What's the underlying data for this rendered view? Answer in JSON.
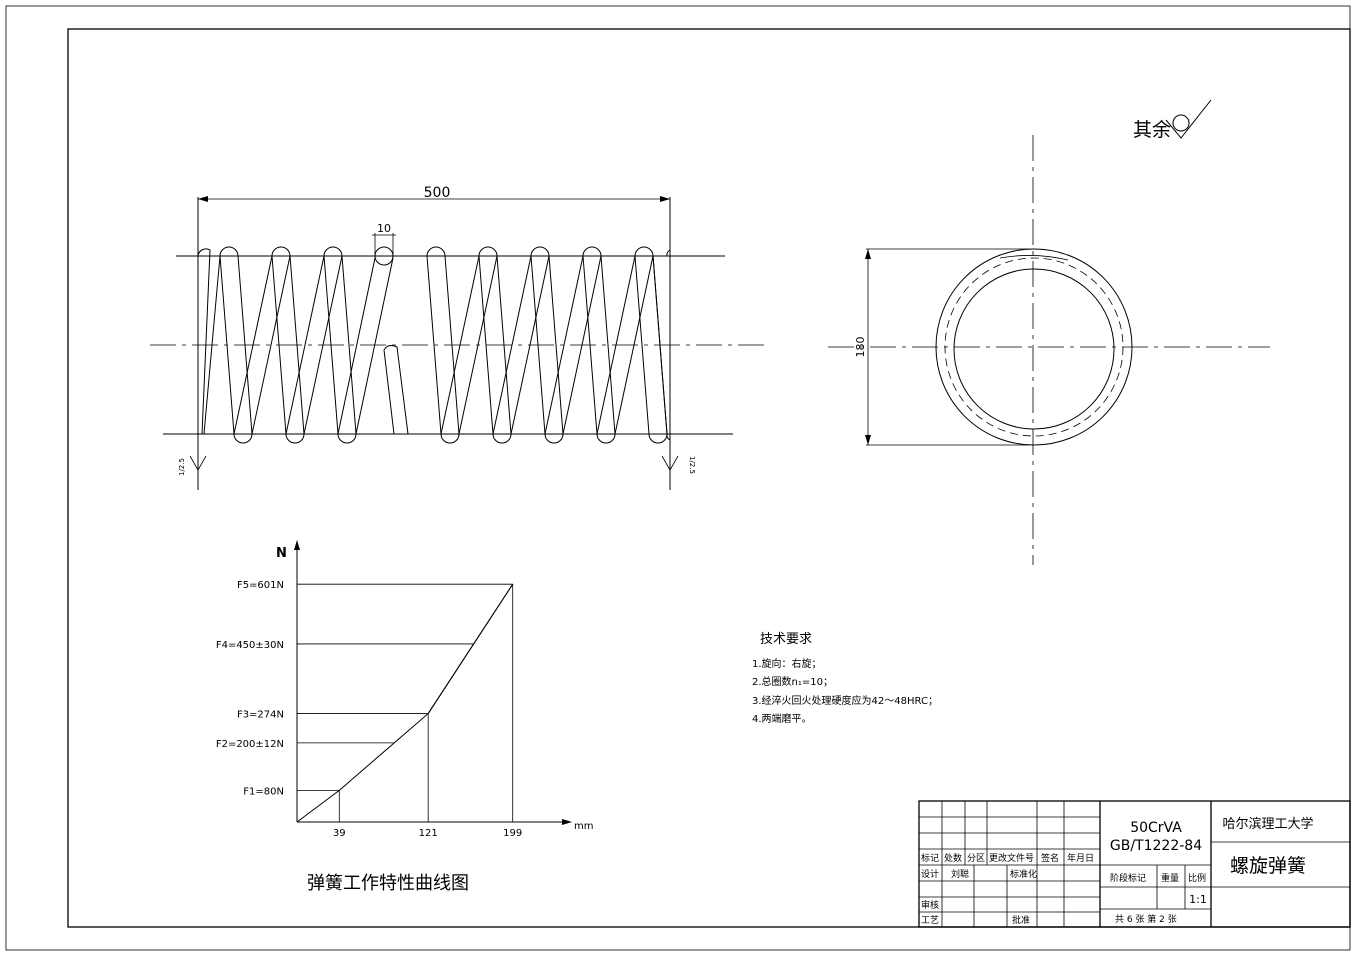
{
  "side_view": {
    "length_label": "500",
    "wire_label": "10",
    "grind_left": "1/2.5",
    "grind_right": "1/2.5"
  },
  "end_view": {
    "diameter_label": "180"
  },
  "roughness_note": "其余",
  "tech_requirements": {
    "title": "技术要求",
    "items": [
      "1.旋向：右旋；",
      "2.总圈数n₁=10；",
      "3.经淬火回火处理硬度应为42～48HRC；",
      "4.两端磨平。"
    ]
  },
  "chart_data": {
    "type": "line",
    "title": "弹簧工作特性曲线图",
    "xlabel": "mm",
    "ylabel": "N",
    "x_ticks": [
      "39",
      "121",
      "199"
    ],
    "y_ticks": [
      "F1=80N",
      "F2=200±12N",
      "F3=274N",
      "F4=450±30N",
      "F5=601N"
    ],
    "series": [
      {
        "x": [
          0,
          39,
          121,
          199
        ],
        "y": [
          0,
          80,
          274,
          601
        ]
      }
    ]
  },
  "title_block": {
    "material": "50CrVA",
    "standard": "GB/T1222-84",
    "school": "哈尔滨理工大学",
    "part_name": "螺旋弹簧",
    "header_cols": [
      "标记",
      "处数",
      "分区",
      "更改文件号",
      "签名",
      "年月日"
    ],
    "design": "设计",
    "designer": "刘聪",
    "standardization": "标准化",
    "review": "审核",
    "process": "工艺",
    "approve": "批准",
    "stage_mark": "阶段标记",
    "weight": "重量",
    "scale_label": "比例",
    "scale": "1:1",
    "sheets": "共  6 张  第 2 张"
  }
}
